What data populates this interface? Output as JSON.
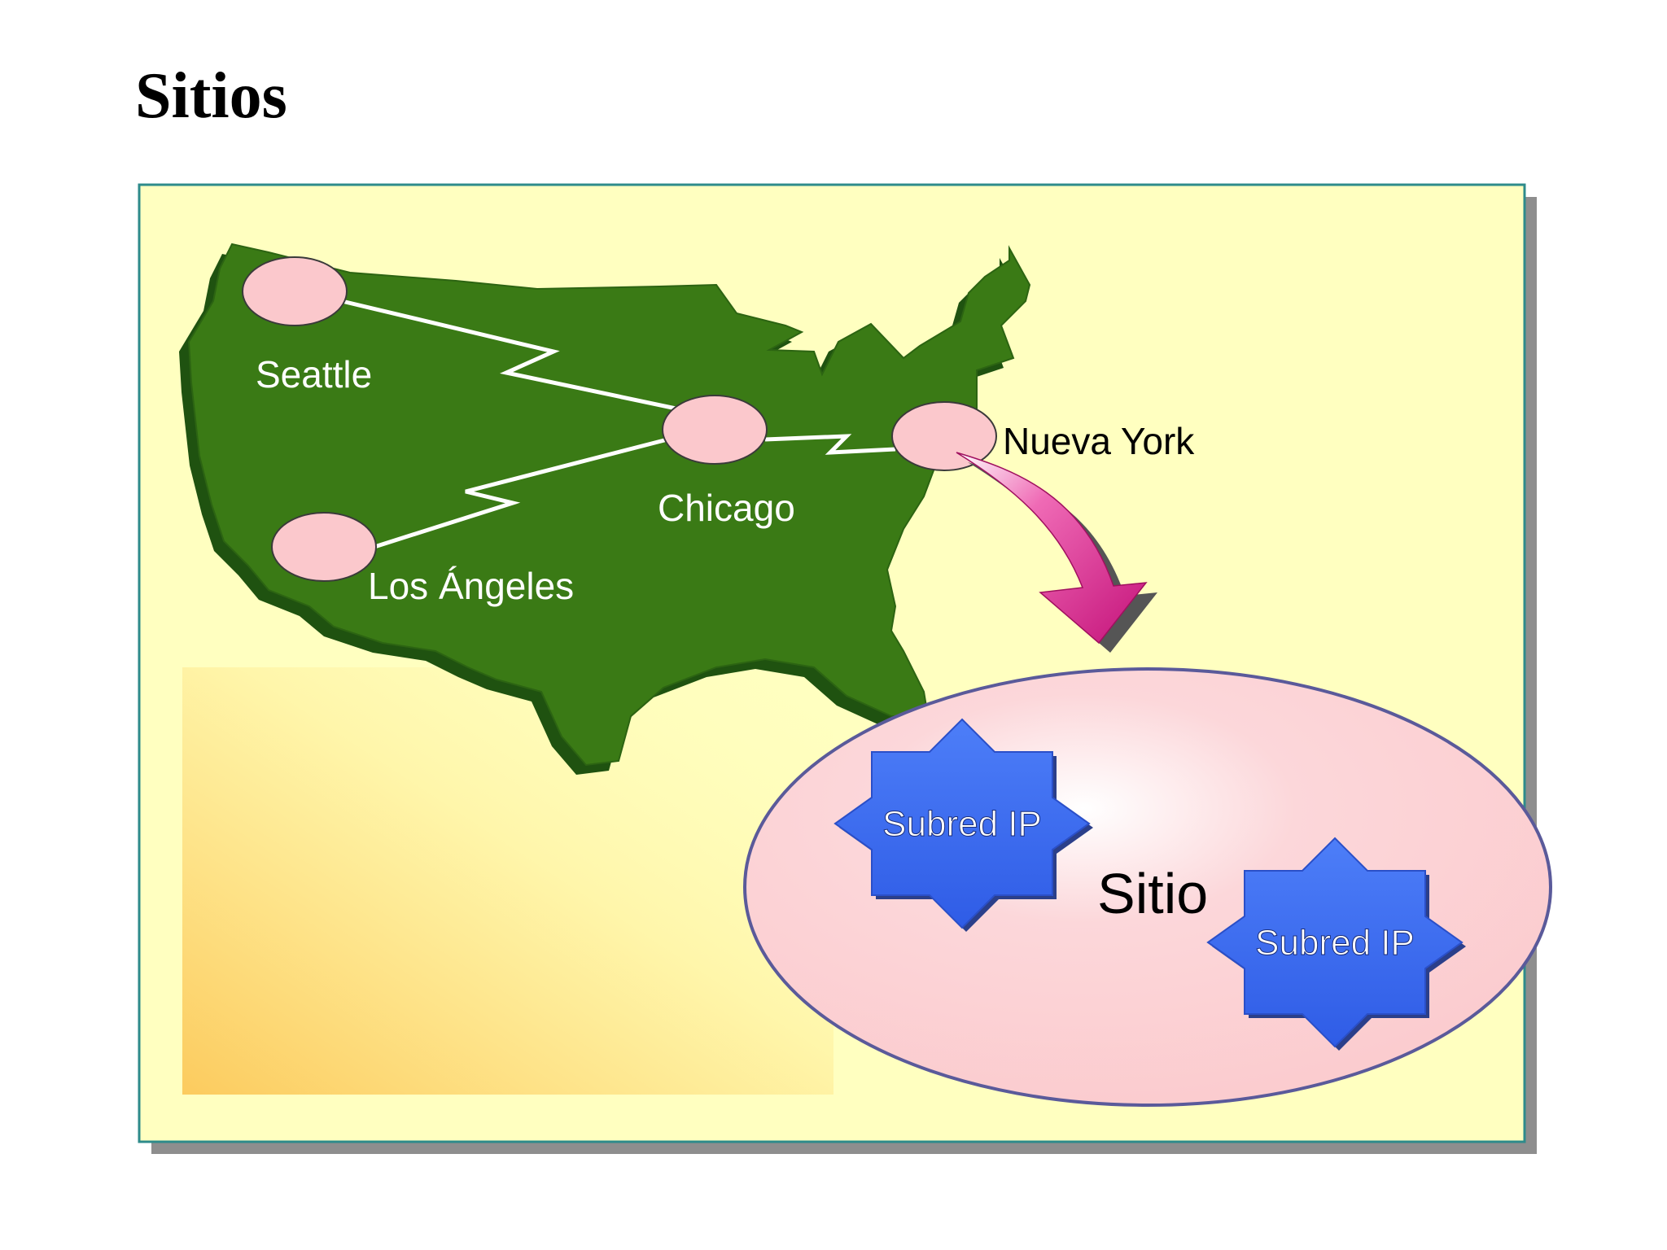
{
  "title": "Sitios",
  "cities": [
    {
      "name": "Seattle",
      "label_color": "#ffffff"
    },
    {
      "name": "Chicago",
      "label_color": "#ffffff"
    },
    {
      "name": "Los Ángeles",
      "label_color": "#ffffff"
    },
    {
      "name": "Nueva York",
      "label_color": "#000000"
    }
  ],
  "site": {
    "label": "Sitio",
    "subnets": [
      "Subred IP",
      "Subred IP"
    ]
  },
  "colors": {
    "panel_bg": "#ffffc0",
    "panel_border": "#2e8b8b",
    "map_green": "#3a7a15",
    "map_dark": "#1f5210",
    "city_oval": "#fbc8cc",
    "site_oval": "#fbcdd0",
    "arrow": "#d91e8c",
    "subnet_blue": "#3f6ef2"
  }
}
